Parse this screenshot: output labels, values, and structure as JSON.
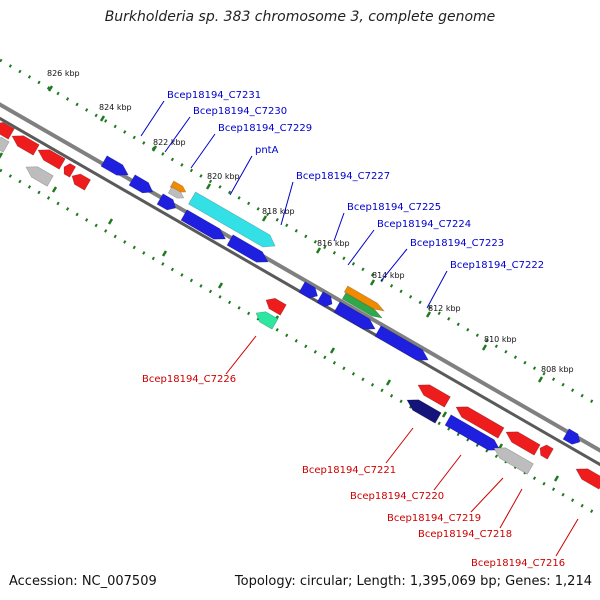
{
  "title": "Burkholderia sp. 383 chromosome 3, complete genome",
  "accession_text": "Accession: NC_007509",
  "summary_text": "Topology: circular; Length: 1,395,069 bp; Genes: 1,214",
  "colors": {
    "backbone": "#808080",
    "tick": "#1e7a1e",
    "forward_label": "#0000cc",
    "reverse_label": "#cc0000",
    "blue": "#1f1fe0",
    "red": "#ee1c1c",
    "gray": "#bdbdbd",
    "orange": "#f08a00",
    "green": "#2ea84a",
    "cyan": "#33e0e6",
    "teal": "#2ee6a0",
    "navy": "#14147a"
  },
  "ticks": [
    {
      "label": "826 kbp"
    },
    {
      "label": "824 kbp"
    },
    {
      "label": "822 kbp"
    },
    {
      "label": "820 kbp"
    },
    {
      "label": "818 kbp"
    },
    {
      "label": "816 kbp"
    },
    {
      "label": "814 kbp"
    },
    {
      "label": "812 kbp"
    },
    {
      "label": "810 kbp"
    },
    {
      "label": "808 kbp"
    }
  ],
  "forward_labels": [
    {
      "text": "Bcep18194_C7231"
    },
    {
      "text": "Bcep18194_C7230"
    },
    {
      "text": "Bcep18194_C7229"
    },
    {
      "text": "pntA"
    },
    {
      "text": "Bcep18194_C7227"
    },
    {
      "text": "Bcep18194_C7225"
    },
    {
      "text": "Bcep18194_C7224"
    },
    {
      "text": "Bcep18194_C7223"
    },
    {
      "text": "Bcep18194_C7222"
    }
  ],
  "reverse_labels": [
    {
      "text": "Bcep18194_C7226"
    },
    {
      "text": "Bcep18194_C7221"
    },
    {
      "text": "Bcep18194_C7220"
    },
    {
      "text": "Bcep18194_C7219"
    },
    {
      "text": "Bcep18194_C7218"
    },
    {
      "text": "Bcep18194_C7216"
    }
  ]
}
